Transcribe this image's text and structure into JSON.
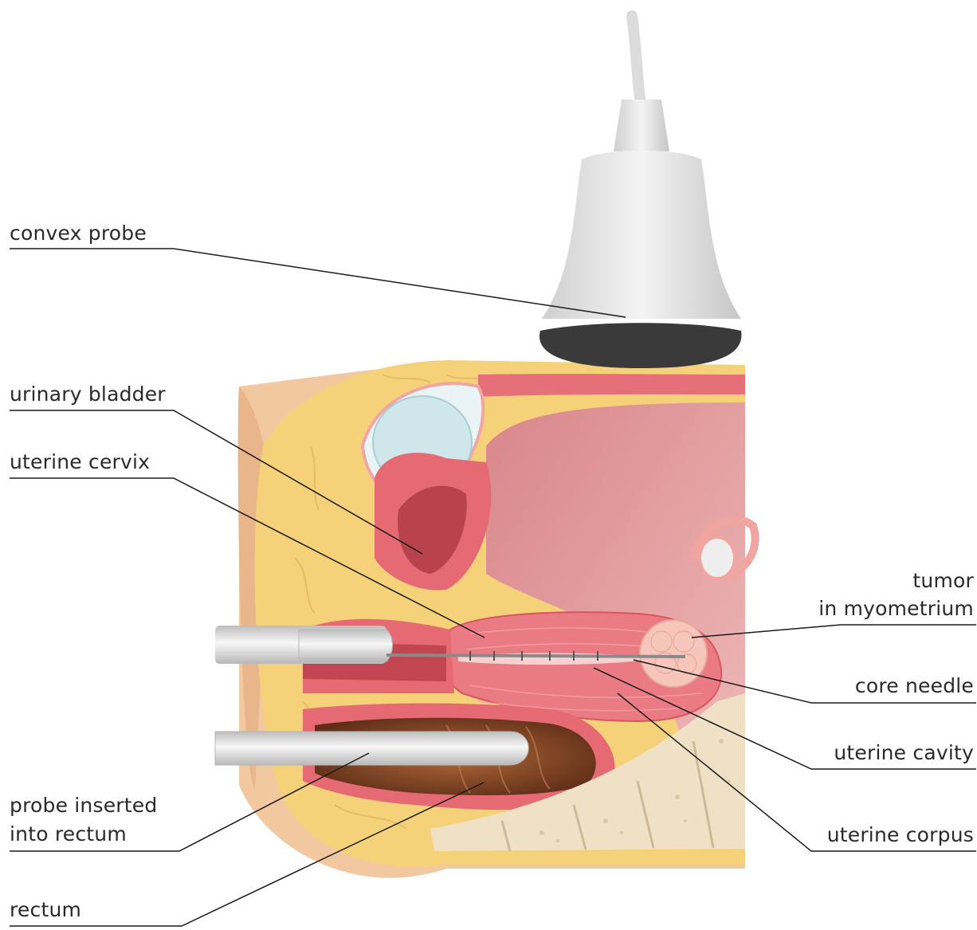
{
  "labels": {
    "convex_probe": "convex probe",
    "urinary_bladder": "urinary bladder",
    "uterine_cervix": "uterine cervix",
    "probe_inserted_line1": "probe inserted",
    "probe_inserted_line2": "into rectum",
    "rectum": "rectum",
    "tumor_line1": "tumor",
    "tumor_line2": "in myometrium",
    "core_needle": "core needle",
    "uterine_cavity": "uterine cavity",
    "uterine_corpus": "uterine corpus"
  },
  "colors": {
    "skin": "#f2c8a0",
    "fat": "#f5d27a",
    "muscle": "#e6707a",
    "uterus": "#ea7a83",
    "cavity_bg": "#e8a5a8",
    "bladder": "#d9ecef",
    "rectum_lumen": "#8a4a2a",
    "bone": "#efe0c6",
    "probe": "#d8d8d8",
    "probe_tip": "#3a3a3a",
    "tumor": "#f6c6bd",
    "leader_line": "#1a1a1a"
  }
}
